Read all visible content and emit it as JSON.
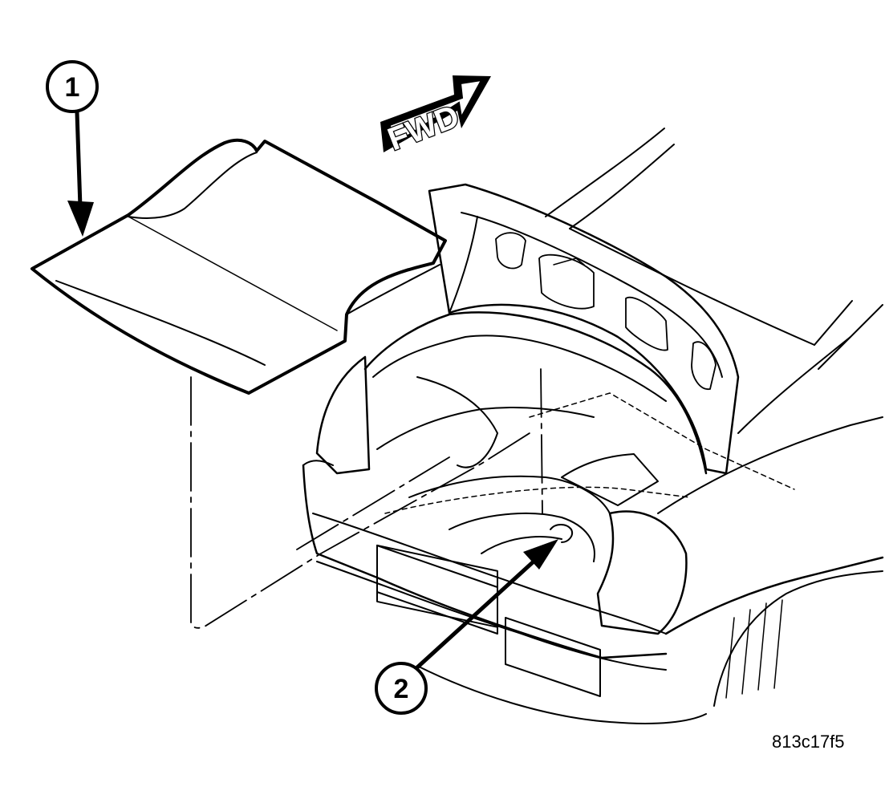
{
  "direction_arrow": {
    "label": "FWD"
  },
  "callouts": [
    {
      "number": "1",
      "part": "load-floor-cover"
    },
    {
      "number": "2",
      "part": "spare-tire-well-hold-down"
    }
  ],
  "figure_id": "813c17f5",
  "colors": {
    "line": "#000000",
    "background": "#ffffff"
  }
}
